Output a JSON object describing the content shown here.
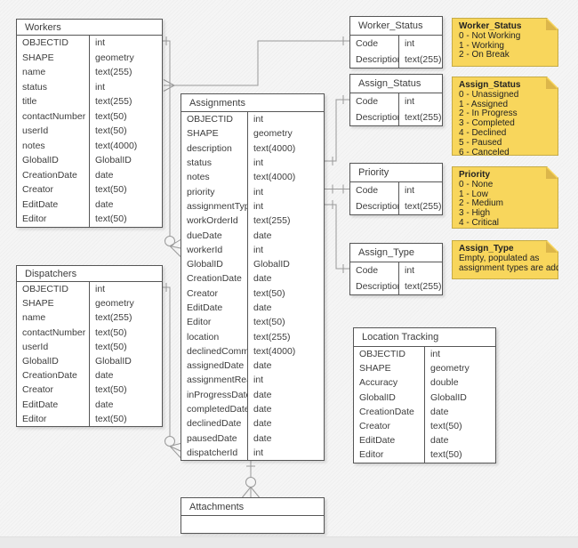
{
  "colors": {
    "background": "#f5f5f5",
    "table_fill": "#ffffff",
    "table_border": "#565656",
    "connector": "#999999",
    "note_fill": "#F8D65C",
    "note_fold": "#dcb64a",
    "text": "#3d3d3d"
  },
  "tables": {
    "workers": {
      "title": "Workers",
      "fields": [
        {
          "name": "OBJECTID",
          "type": "int"
        },
        {
          "name": "SHAPE",
          "type": "geometry"
        },
        {
          "name": "name",
          "type": "text(255)"
        },
        {
          "name": "status",
          "type": "int"
        },
        {
          "name": "title",
          "type": "text(255)"
        },
        {
          "name": "contactNumber",
          "type": "text(50)"
        },
        {
          "name": "userId",
          "type": "text(50)"
        },
        {
          "name": "notes",
          "type": "text(4000)"
        },
        {
          "name": "GlobalID",
          "type": "GlobalID"
        },
        {
          "name": "CreationDate",
          "type": "date"
        },
        {
          "name": "Creator",
          "type": "text(50)"
        },
        {
          "name": "EditDate",
          "type": "date"
        },
        {
          "name": "Editor",
          "type": "text(50)"
        }
      ]
    },
    "dispatchers": {
      "title": "Dispatchers",
      "fields": [
        {
          "name": "OBJECTID",
          "type": "int"
        },
        {
          "name": "SHAPE",
          "type": "geometry"
        },
        {
          "name": "name",
          "type": "text(255)"
        },
        {
          "name": "contactNumber",
          "type": "text(50)"
        },
        {
          "name": "userId",
          "type": "text(50)"
        },
        {
          "name": "GlobalID",
          "type": "GlobalID"
        },
        {
          "name": "CreationDate",
          "type": "date"
        },
        {
          "name": "Creator",
          "type": "text(50)"
        },
        {
          "name": "EditDate",
          "type": "date"
        },
        {
          "name": "Editor",
          "type": "text(50)"
        }
      ]
    },
    "assignments": {
      "title": "Assignments",
      "fields": [
        {
          "name": "OBJECTID",
          "type": "int"
        },
        {
          "name": "SHAPE",
          "type": "geometry"
        },
        {
          "name": "description",
          "type": "text(4000)"
        },
        {
          "name": "status",
          "type": "int"
        },
        {
          "name": "notes",
          "type": "text(4000)"
        },
        {
          "name": "priority",
          "type": "int"
        },
        {
          "name": "assignmentType",
          "type": "int"
        },
        {
          "name": "workOrderId",
          "type": "text(255)"
        },
        {
          "name": "dueDate",
          "type": "date"
        },
        {
          "name": "workerId",
          "type": "int"
        },
        {
          "name": "GlobalID",
          "type": "GlobalID"
        },
        {
          "name": "CreationDate",
          "type": "date"
        },
        {
          "name": "Creator",
          "type": "text(50)"
        },
        {
          "name": "EditDate",
          "type": "date"
        },
        {
          "name": "Editor",
          "type": "text(50)"
        },
        {
          "name": "location",
          "type": "text(255)"
        },
        {
          "name": "declinedComment",
          "type": "text(4000)"
        },
        {
          "name": "assignedDate",
          "type": "date"
        },
        {
          "name": "assignmentRead",
          "type": "int"
        },
        {
          "name": "inProgressDate",
          "type": "date"
        },
        {
          "name": "completedDate",
          "type": "date"
        },
        {
          "name": "declinedDate",
          "type": "date"
        },
        {
          "name": "pausedDate",
          "type": "date"
        },
        {
          "name": "dispatcherId",
          "type": "int"
        }
      ]
    },
    "worker_status": {
      "title": "Worker_Status",
      "fields": [
        {
          "name": "Code",
          "type": "int"
        },
        {
          "name": "Description",
          "type": "text(255)"
        }
      ]
    },
    "assign_status": {
      "title": "Assign_Status",
      "fields": [
        {
          "name": "Code",
          "type": "int"
        },
        {
          "name": "Description",
          "type": "text(255)"
        }
      ]
    },
    "priority": {
      "title": "Priority",
      "fields": [
        {
          "name": "Code",
          "type": "int"
        },
        {
          "name": "Description",
          "type": "text(255)"
        }
      ]
    },
    "assign_type": {
      "title": "Assign_Type",
      "fields": [
        {
          "name": "Code",
          "type": "int"
        },
        {
          "name": "Description",
          "type": "text(255)"
        }
      ]
    },
    "location_tracking": {
      "title": "Location Tracking",
      "fields": [
        {
          "name": "OBJECTID",
          "type": "int"
        },
        {
          "name": "SHAPE",
          "type": "geometry"
        },
        {
          "name": "Accuracy",
          "type": "double"
        },
        {
          "name": "GlobalID",
          "type": "GlobalID"
        },
        {
          "name": "CreationDate",
          "type": "date"
        },
        {
          "name": "Creator",
          "type": "text(50)"
        },
        {
          "name": "EditDate",
          "type": "date"
        },
        {
          "name": "Editor",
          "type": "text(50)"
        }
      ]
    },
    "attachments": {
      "title": "Attachments",
      "fields": []
    }
  },
  "notes": [
    {
      "title": "Worker_Status",
      "lines": [
        "0 - Not Working",
        "1 - Working",
        "2 - On Break"
      ]
    },
    {
      "title": "Assign_Status",
      "lines": [
        "0 - Unassigned",
        "1 - Assigned",
        "2 - In Progress",
        "3 - Completed",
        "4 - Declined",
        "5 - Paused",
        "6 - Canceled"
      ]
    },
    {
      "title": "Priority",
      "lines": [
        "0 - None",
        "1 - Low",
        "2 - Medium",
        "3 - High",
        "4 - Critical"
      ]
    },
    {
      "title": "Assign_Type",
      "lines": [
        "Empty, populated as",
        "assignment types are added"
      ]
    }
  ]
}
